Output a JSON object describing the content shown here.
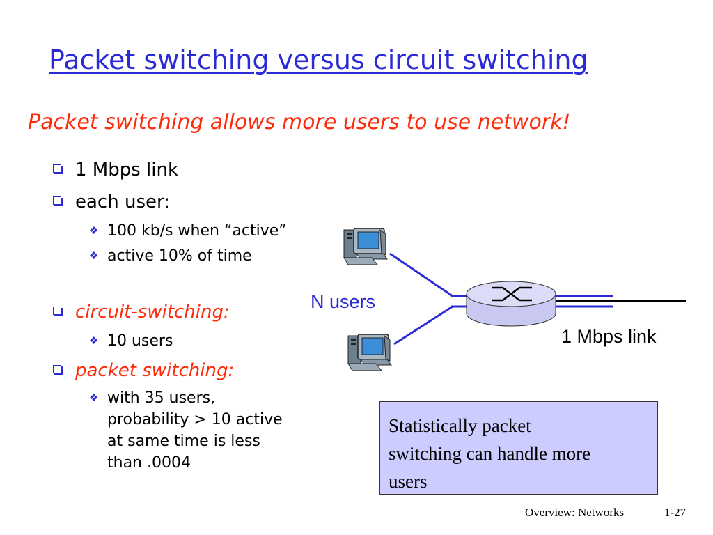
{
  "slide": {
    "title": "Packet switching versus circuit switching",
    "subtitle": "Packet switching allows more users to use network!",
    "bullets": {
      "link": "1 Mbps link",
      "each_user": "each user:",
      "rate": "100 kb/s when “active”",
      "active": "active 10% of time",
      "circuit": "circuit-switching:",
      "circuit_users": "10 users",
      "packet": "packet switching:",
      "packet_detail": [
        "with 35 users,",
        "probability > 10 active",
        "at same time is less",
        "than .0004"
      ]
    },
    "diagram": {
      "users_label": "N users",
      "link_label": "1 Mbps link",
      "line_color": "#2a2ad6",
      "router_color": "#c8c8f0"
    },
    "note": {
      "lines": [
        "Statistically packet",
        "switching can handle more",
        "users"
      ],
      "background": "#ccccff"
    },
    "footer": {
      "section": "Overview: Networks",
      "page": "1-27"
    }
  }
}
